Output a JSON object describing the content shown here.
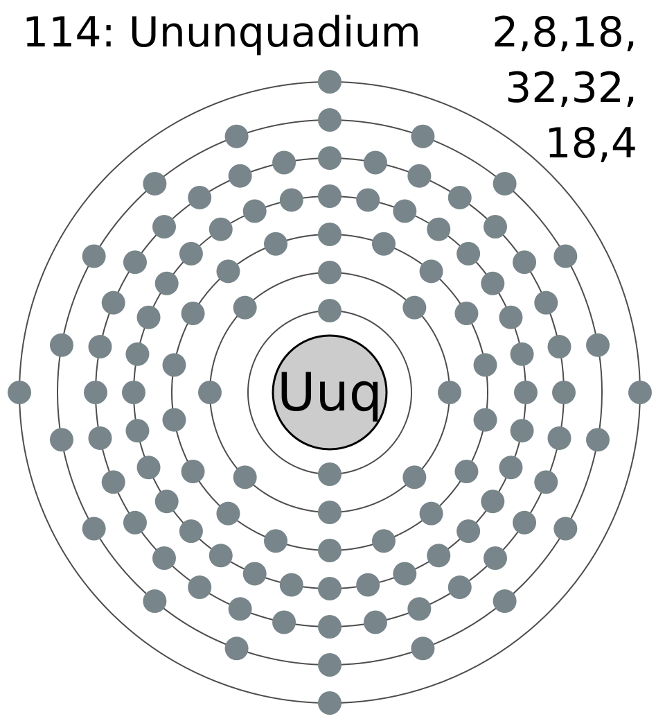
{
  "element": {
    "atomic_number": 114,
    "name": "Ununquadium",
    "title": "114: Ununquadium",
    "symbol": "Uuq"
  },
  "configuration": {
    "lines": [
      "2,8,18,",
      "32,32,",
      "18,4"
    ],
    "shells": [
      2,
      8,
      18,
      32,
      32,
      18,
      4
    ]
  },
  "colors": {
    "electron": "#78868b",
    "ring": "#4d4d4d",
    "nucleus_fill": "#cccccc",
    "nucleus_stroke": "#000000",
    "text": "#000000"
  }
}
